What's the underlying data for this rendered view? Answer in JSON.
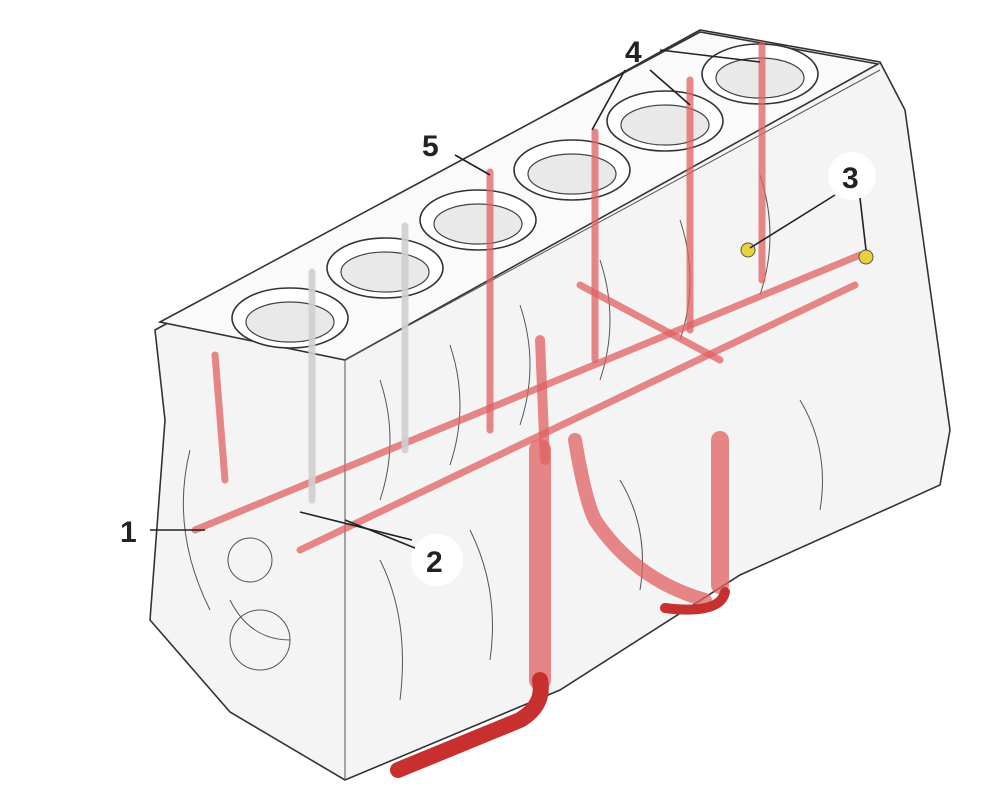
{
  "diagram": {
    "subject": "engine-cylinder-block-oil-galleries",
    "callouts": [
      "1",
      "2",
      "3",
      "4",
      "5"
    ],
    "colors": {
      "oil_gallery": "#e06060",
      "pipe": "#c83030",
      "plug": "#e8d23a",
      "outline": "#333333"
    }
  }
}
